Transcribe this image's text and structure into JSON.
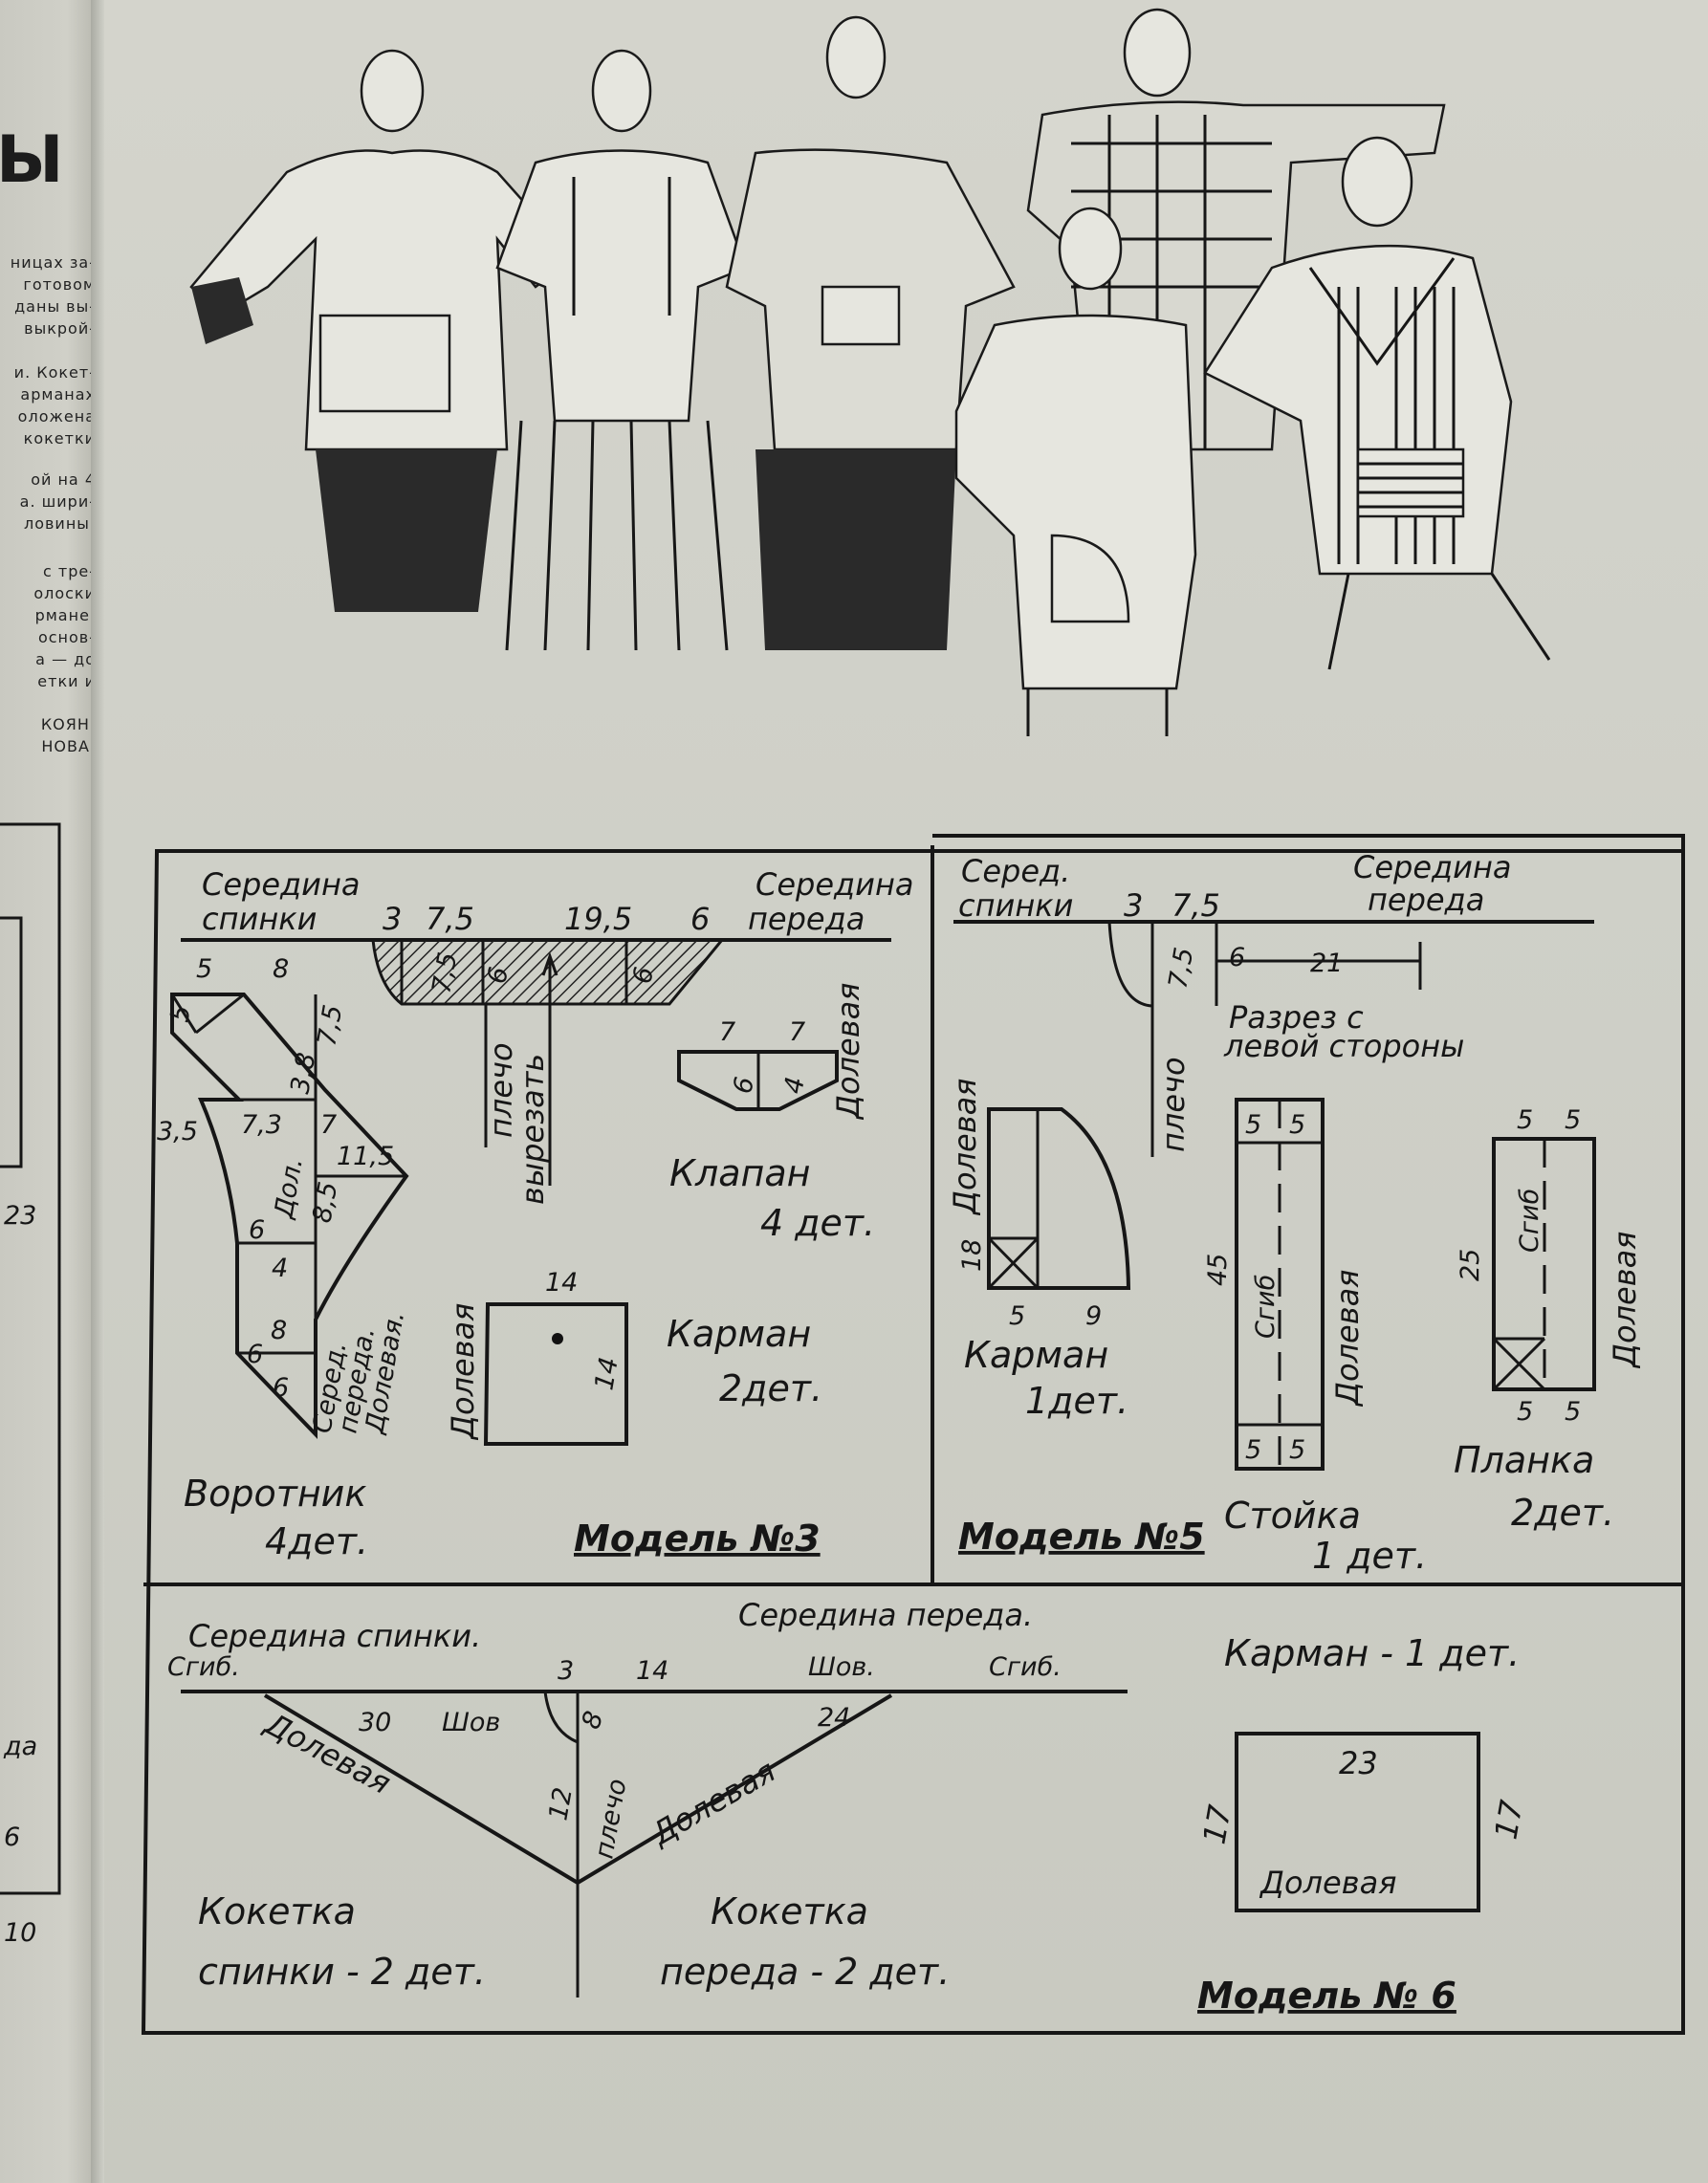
{
  "left_column": {
    "heading": "Ы",
    "lines": [
      "ницах за-",
      "готовом",
      "даны вы-",
      "выкрой-",
      "и. Кокет-",
      "арманах",
      "оложена",
      "кокетки",
      "ой на 4",
      "а. шири-",
      "ловины,",
      "с тре-",
      "олоски",
      "рмане,",
      "основ-",
      "а — до",
      "етки и",
      "КОЯН.",
      "НОВА."
    ],
    "partial_box_texts": [
      "23",
      "да",
      "6",
      "10"
    ]
  },
  "model3": {
    "title": "Модель №3",
    "back_center": [
      "Середина",
      "спинки"
    ],
    "front_center": [
      "Середина",
      "переда"
    ],
    "top_dims": [
      "3",
      "7,5",
      "19,5",
      "6"
    ],
    "neck_dims": [
      "7,5",
      "6",
      "6"
    ],
    "shoulder": "плечо",
    "cut": "вырезать",
    "collar": {
      "dims": [
        "5",
        "8",
        "5",
        "7,5",
        "3,8",
        "3,5",
        "7,3",
        "7",
        "11,5",
        "Дол.",
        "8,5",
        "6",
        "4",
        "6",
        "8",
        "6"
      ],
      "side_label": [
        "Серед.",
        "переда.",
        "Долевая."
      ],
      "name": "Воротник",
      "count": "4дет."
    },
    "flap": {
      "dims": [
        "7",
        "7",
        "6",
        "4"
      ],
      "grain": "Долевая",
      "name": "Клапан",
      "count": "4 дет."
    },
    "pocket": {
      "dims": [
        "14",
        "14"
      ],
      "grain": "Долевая",
      "name": "Карман",
      "count": "2дет."
    }
  },
  "model5": {
    "title": "Модель №5",
    "back_center": [
      "Серед.",
      "спинки"
    ],
    "front_center": [
      "Середина",
      "переда"
    ],
    "top_dims": [
      "3",
      "7,5"
    ],
    "neck_dims": [
      "7,5",
      "6",
      "21"
    ],
    "slit": [
      "Разрез с",
      "левой стороны"
    ],
    "shoulder": "плечо",
    "pocket": {
      "grain": "Долевая",
      "dims": [
        "18",
        "5",
        "9"
      ],
      "name": "Карман",
      "count": "1дет."
    },
    "stand": {
      "dims": [
        "5",
        "5",
        "45",
        "5",
        "5"
      ],
      "fold": "Сгиб",
      "grain": "Долевая",
      "name": "Стойка",
      "count": "1 дет."
    },
    "placket": {
      "dims": [
        "5",
        "5",
        "25",
        "5",
        "5"
      ],
      "fold": "Сгиб",
      "grain": "Долевая",
      "name": "Планка",
      "count": "2дет."
    }
  },
  "model6": {
    "title": "Модель № 6",
    "back_center": "Середина спинки.",
    "fold_left": "Сгиб.",
    "front_center": "Середина переда.",
    "seam_top": "Шов.",
    "fold_right": "Сгиб.",
    "top_dims": [
      "3",
      "14"
    ],
    "dims": [
      "30",
      "Шов",
      "8",
      "24",
      "12"
    ],
    "shoulder": "плечо",
    "grain": [
      "Долевая",
      "Долевая"
    ],
    "back_yoke": [
      "Кокетка",
      "спинки - 2 дет."
    ],
    "front_yoke": [
      "Кокетка",
      "переда - 2 дет."
    ],
    "pocket": {
      "title": "Карман - 1 дет.",
      "dims": [
        "23",
        "17",
        "17"
      ],
      "grain": "Долевая"
    }
  }
}
